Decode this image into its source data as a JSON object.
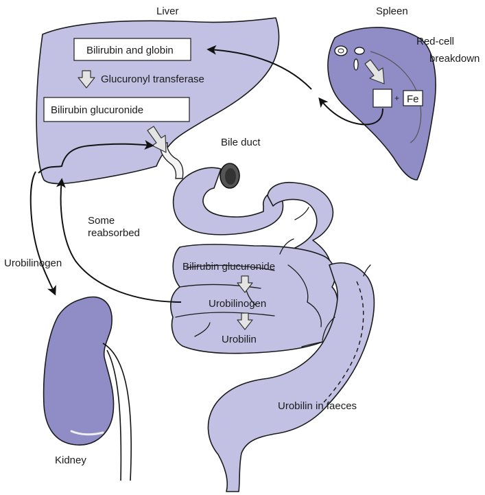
{
  "labels": {
    "liver": "Liver",
    "spleen": "Spleen",
    "red_cell_breakdown_line1": "Red-cell",
    "red_cell_breakdown_line2": "breakdown",
    "bile_duct": "Bile duct",
    "some_reabsorbed_line1": "Some",
    "some_reabsorbed_line2": "reabsorbed",
    "urobilinogen_side": "Urobilinogen",
    "kidney": "Kidney",
    "urobilin_in_faeces": "Urobilin in faeces"
  },
  "liver_boxes": {
    "bilirubin_and_globin": "Bilirubin and globin",
    "glucuronyl_transferase": "Glucuronyl transferase",
    "bilirubin_glucuronide": "Bilirubin glucuronide"
  },
  "spleen_box": {
    "plus": "+",
    "iron": "Fe"
  },
  "gut_labels": {
    "bilirubin_glucuronide": "Bilirubin glucuronide",
    "urobilinogen": "Urobilinogen",
    "urobilin": "Urobilin"
  },
  "colors": {
    "liver_fill": "#c2c1e3",
    "spleen_fill": "#8f8cc6",
    "kidney_fill": "#8f8cc6",
    "gut_fill": "#c2c1e3",
    "arrow_fill": "#e4e4e4"
  }
}
